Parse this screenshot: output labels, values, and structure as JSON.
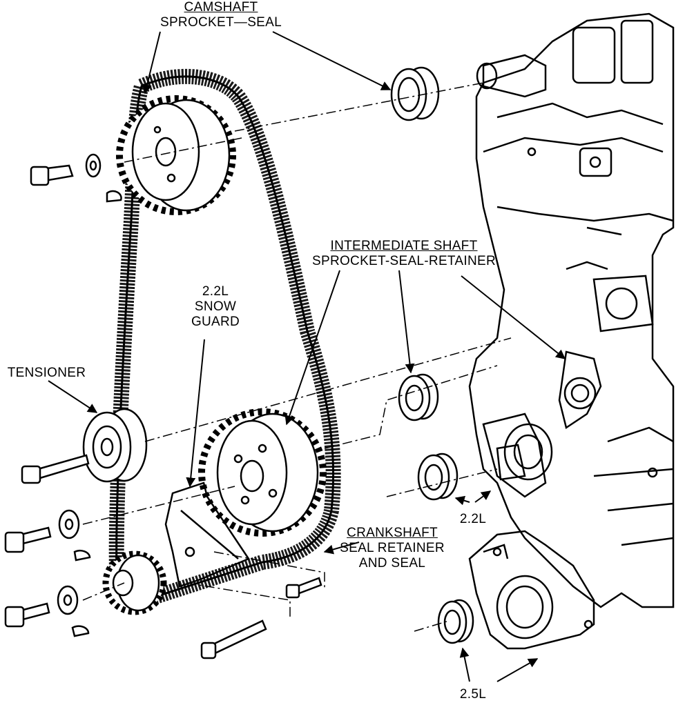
{
  "labels": {
    "camshaft_line1": "CAMSHAFT",
    "camshaft_line2": "SPROCKET—SEAL",
    "intermediate_line1": "INTERMEDIATE SHAFT",
    "intermediate_line2": "SPROCKET-SEAL-RETAINER",
    "snow_guard_line1": "2.2L",
    "snow_guard_line2": "SNOW",
    "snow_guard_line3": "GUARD",
    "tensioner": "TENSIONER",
    "crankshaft_line1": "CRANKSHAFT",
    "crankshaft_line2": "SEAL RETAINER",
    "crankshaft_line3": "AND SEAL",
    "seal_22": "2.2L",
    "seal_25": "2.5L"
  },
  "colors": {
    "ink": "#000000",
    "paper": "#ffffff",
    "belt": "#1a1a1a"
  }
}
